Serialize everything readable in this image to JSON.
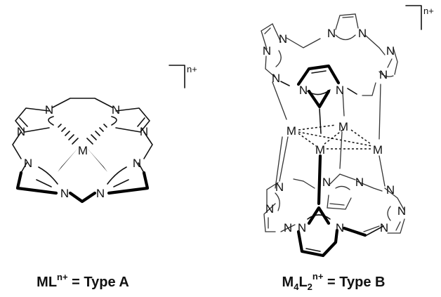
{
  "labels": {
    "N": "N",
    "M": "M"
  },
  "left": {
    "charge": "n+",
    "caption": {
      "pre": "ML",
      "sup": "n+",
      "post": " = Type A"
    }
  },
  "right": {
    "charge": "n+",
    "caption": {
      "m": "M",
      "m_sub": "4",
      "l": "L",
      "l_sub": "2",
      "sup": "n+",
      "post": " = Type B"
    }
  }
}
